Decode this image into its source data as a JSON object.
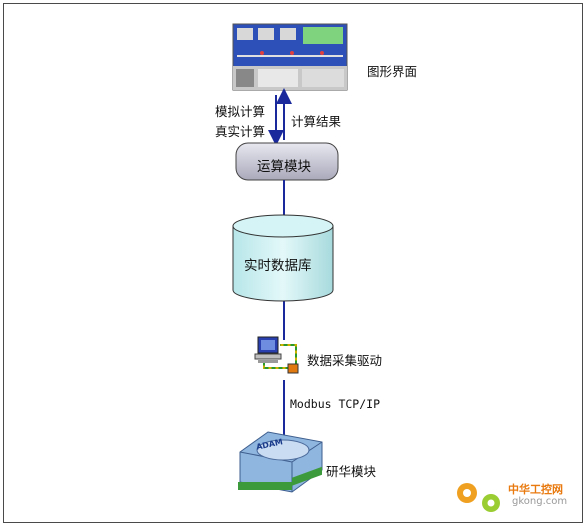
{
  "nodes": {
    "gui_label": "图形界面",
    "compute_module": "运算模块",
    "realtime_db": "实时数据库",
    "driver_label": "数据采集驱动",
    "device_label": "研华模块"
  },
  "arrows": {
    "down_line1": "模拟计算",
    "down_line2": "真实计算",
    "up_label": "计算结果"
  },
  "protocol": "Modbus TCP/IP",
  "device_brand": "ADAM",
  "watermark": {
    "cn": "中华工控网",
    "url": "gkong.com"
  },
  "colors": {
    "line": "#1a2a9c",
    "cylinder": "#c7eef0",
    "compute_box": "#cfcfdc"
  }
}
